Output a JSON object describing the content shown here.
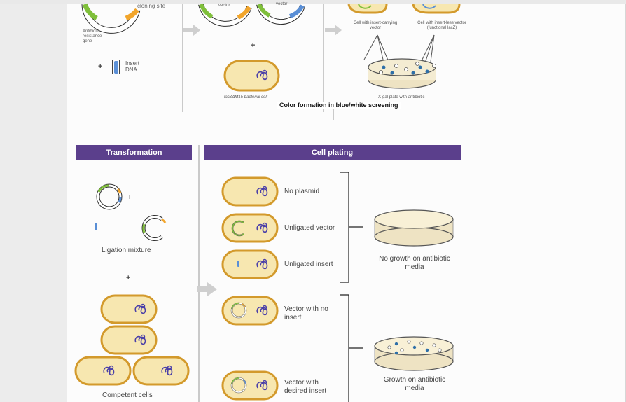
{
  "top_panel": {
    "cloning_site_label": "cloning site",
    "resistance_label": "Antibiotic resistance gene",
    "insert_dna_label": "Insert DNA",
    "vector_label_1": "vector",
    "vector_label_2": "vector",
    "host_cell_label": "lacZΔM15 bacterial cell",
    "cell_insert_label": "Cell with insert-carrying vector",
    "cell_insertless_label": "Cell with insert-less vector (functional lacZ)",
    "plate_label": "X-gal plate with antibiotic",
    "caption": "Color formation in blue/white screening"
  },
  "transformation": {
    "header": "Transformation",
    "ligation_label": "Ligation mixture",
    "competent_label": "Competent cells"
  },
  "cell_plating": {
    "header": "Cell plating",
    "rows": [
      {
        "label": "No plasmid"
      },
      {
        "label": "Unligated vector"
      },
      {
        "label": "Unligated insert"
      },
      {
        "label": "Vector with no insert"
      },
      {
        "label": "Vector with desired insert"
      }
    ],
    "no_growth_label": "No growth on antibiotic media",
    "growth_label": "Growth on antibiotic media"
  },
  "colors": {
    "header_bg": "#5b3f8c",
    "cell_fill": "#f7e7b0",
    "cell_border": "#d39a2c",
    "plasmid_green": "#7fbf3a",
    "plasmid_blue": "#5a8fd6",
    "plasmid_orange": "#f2a52b",
    "dna_blue": "#4a3fa8"
  }
}
